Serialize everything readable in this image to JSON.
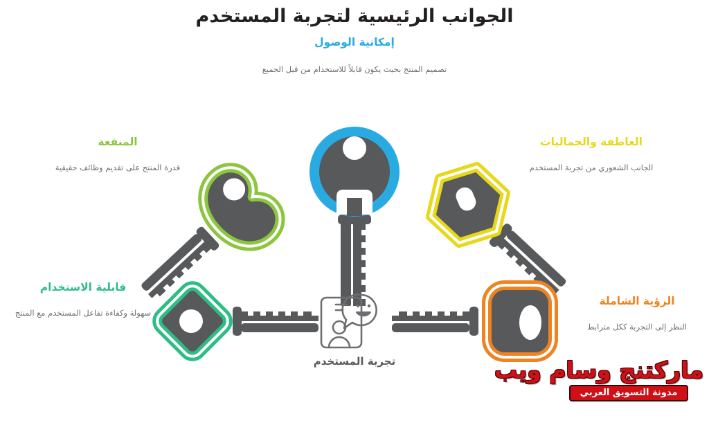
{
  "page": {
    "title": "الجوانب الرئيسية لتجربة المستخدم",
    "background_color": "#ffffff"
  },
  "center": {
    "caption": "تجربة المستخدم",
    "icon": "user-experience-icon",
    "icon_color": "#6d6e71"
  },
  "aspects": [
    {
      "id": "accessibility",
      "title": "إمكانية الوصول",
      "description": "تصميم المنتج بحيث يكون قابلاً للاستخدام من قبل الجميع",
      "color": "#29abe2",
      "key_shape": "circle",
      "position": "top"
    },
    {
      "id": "utility",
      "title": "المنفعة",
      "description": "قدرة المنتج على تقديم وظائف حقيقية",
      "color": "#8cc63e",
      "key_shape": "heart",
      "position": "upper-left"
    },
    {
      "id": "emotion",
      "title": "العاطفة والجماليات",
      "description": "الجانب الشعوري من تجربة المستخدم",
      "color": "#e8d81c",
      "key_shape": "hexagon",
      "position": "upper-right"
    },
    {
      "id": "usability",
      "title": "قابلية الاستخدام",
      "description": "سهولة وكفاءة تفاعل المستخدم مع المنتج",
      "color": "#2ebd87",
      "key_shape": "diamond",
      "position": "lower-left"
    },
    {
      "id": "holistic",
      "title": "الرؤية الشاملة",
      "description": "النظر إلى التجربة ككل مترابط",
      "color": "#ef8322",
      "key_shape": "rounded-rectangle",
      "position": "lower-right"
    }
  ],
  "key_body_color": "#58595b",
  "logo": {
    "brand": "ماركتنج وسام ويب",
    "tagline": "مدونة التسويق العربي",
    "brand_color": "#cf1017",
    "tagline_bg": "#cf1017"
  }
}
